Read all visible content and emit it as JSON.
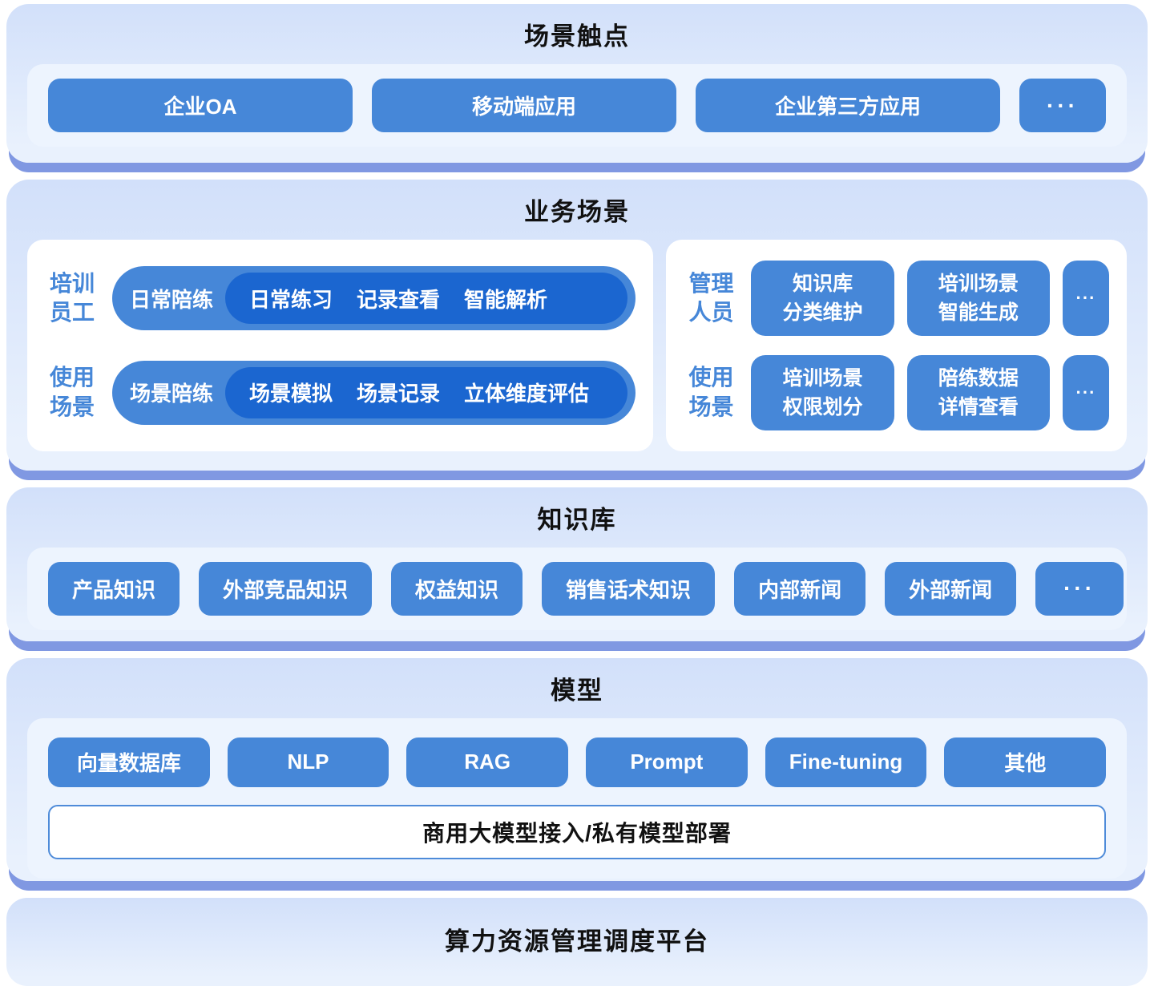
{
  "colors": {
    "accent": "#4687d8",
    "accent_dark": "#1b66d0",
    "shadow_strip": "#8098e2",
    "section_bg_top": "#d2e0fa",
    "section_bg_bottom": "#e9f1fd",
    "inner_bg": "#edf4fe",
    "panel_bg": "#ffffff",
    "title_color": "#111111"
  },
  "touchpoints": {
    "title": "场景触点",
    "items": [
      "企业OA",
      "移动端应用",
      "企业第三方应用",
      "···"
    ]
  },
  "business": {
    "title": "业务场景",
    "left_panel": {
      "rows": [
        {
          "label": "培训\n员工",
          "pill_label": "日常陪练",
          "items": [
            "日常练习",
            "记录查看",
            "智能解析"
          ]
        },
        {
          "label": "使用\n场景",
          "pill_label": "场景陪练",
          "items": [
            "场景模拟",
            "场景记录",
            "立体维度评估"
          ]
        }
      ]
    },
    "right_panel": {
      "rows": [
        {
          "label": "管理\n人员",
          "buttons": [
            "知识库\n分类维护",
            "培训场景\n智能生成"
          ],
          "more": "···"
        },
        {
          "label": "使用\n场景",
          "buttons": [
            "培训场景\n权限划分",
            "陪练数据\n详情查看"
          ],
          "more": "···"
        }
      ]
    }
  },
  "knowledge": {
    "title": "知识库",
    "items": [
      "产品知识",
      "外部竞品知识",
      "权益知识",
      "销售话术知识",
      "内部新闻",
      "外部新闻",
      "···"
    ]
  },
  "model": {
    "title": "模型",
    "items": [
      "向量数据库",
      "NLP",
      "RAG",
      "Prompt",
      "Fine-tuning",
      "其他"
    ],
    "bar": "商用大模型接入/私有模型部署"
  },
  "platform": {
    "title": "算力资源管理调度平台"
  }
}
